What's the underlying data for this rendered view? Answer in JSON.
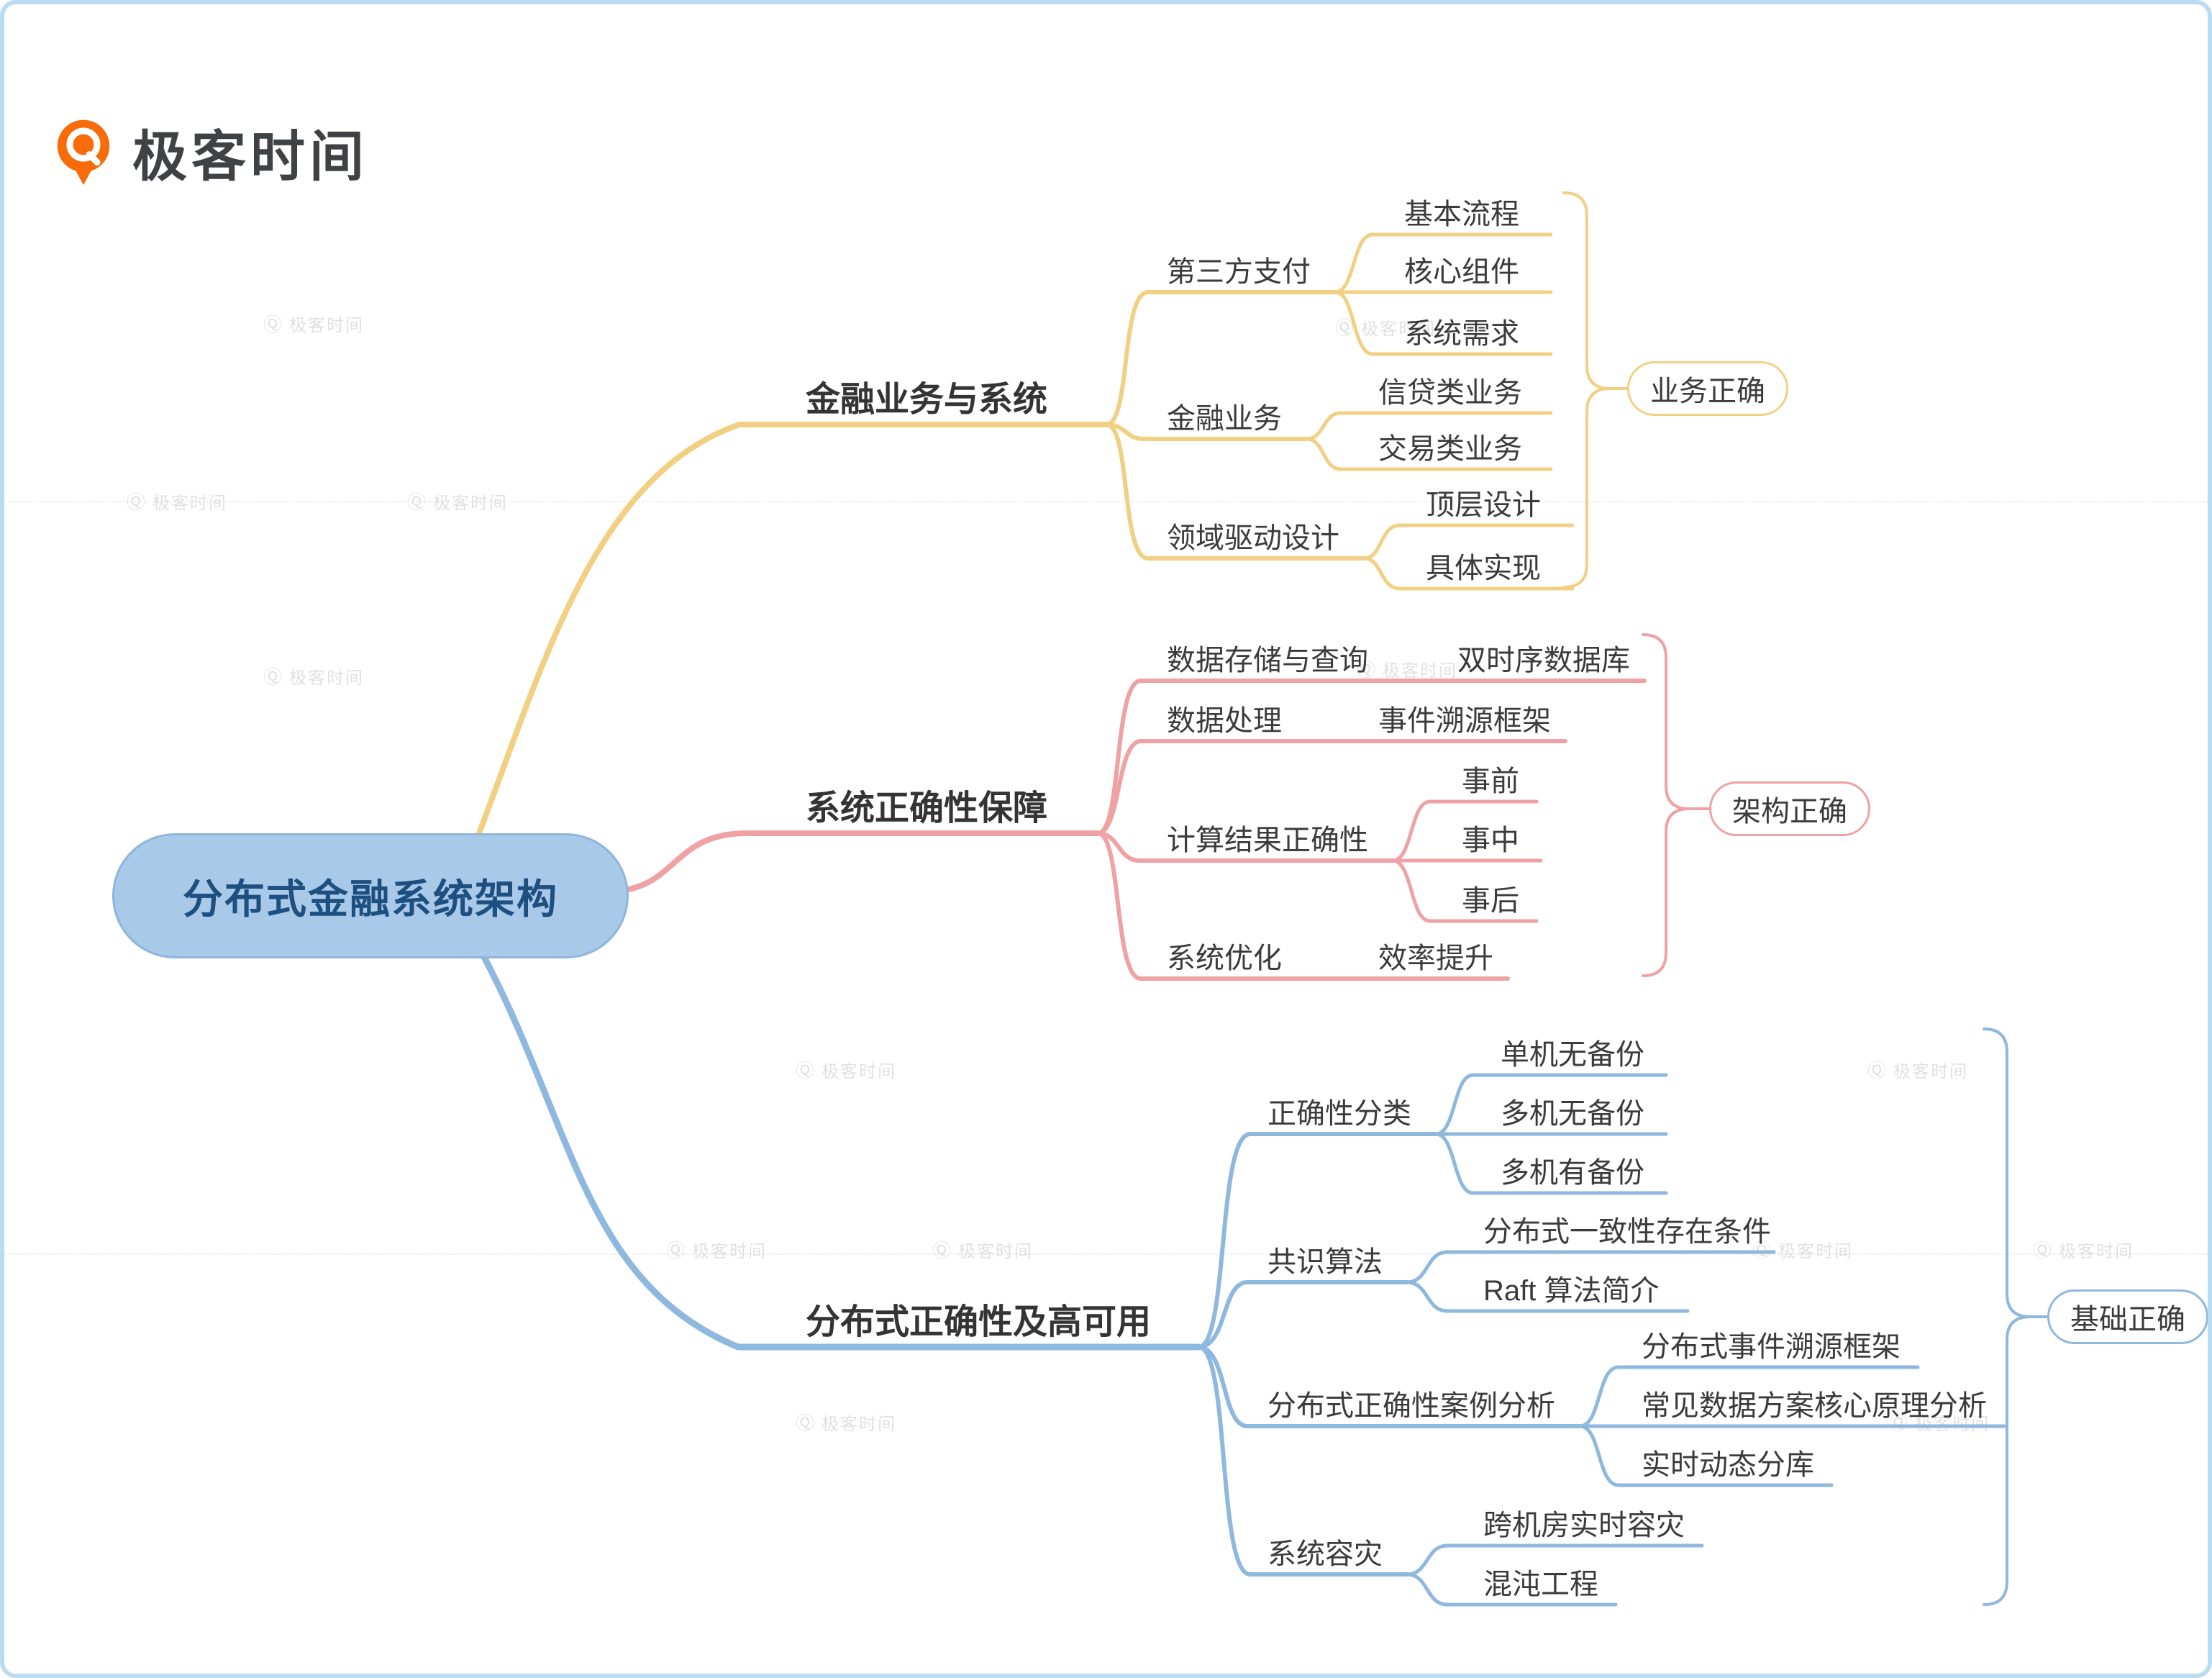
{
  "header": {
    "brand": "极客时间"
  },
  "watermark": {
    "icon": "Ⓠ",
    "label": "极客时间"
  },
  "colors": {
    "branch_finance": "#f2d083",
    "branch_correctness": "#efa2a4",
    "branch_distributed": "#8fb8de",
    "root_fill": "#a9c9e8",
    "root_text": "#1d4f80",
    "logo_orange": "#f76b0b"
  },
  "mindmap": {
    "root_label": "分布式金融系统架构",
    "branches": [
      {
        "label": "金融业务与系统",
        "summary": "业务正确",
        "color": "#f2d083",
        "topics": [
          {
            "label": "第三方支付",
            "subtopics": [
              "基本流程",
              "核心组件",
              "系统需求"
            ]
          },
          {
            "label": "金融业务",
            "subtopics": [
              "信贷类业务",
              "交易类业务"
            ]
          },
          {
            "label": "领域驱动设计",
            "subtopics": [
              "顶层设计",
              "具体实现"
            ]
          }
        ]
      },
      {
        "label": "系统正确性保障",
        "summary": "架构正确",
        "color": "#efa2a4",
        "topics": [
          {
            "label": "数据存储与查询",
            "subtopics": [
              "双时序数据库"
            ]
          },
          {
            "label": "数据处理",
            "subtopics": [
              "事件溯源框架"
            ]
          },
          {
            "label": "计算结果正确性",
            "subtopics": [
              "事前",
              "事中",
              "事后"
            ]
          },
          {
            "label": "系统优化",
            "subtopics": [
              "效率提升"
            ]
          }
        ]
      },
      {
        "label": "分布式正确性及高可用",
        "summary": "基础正确",
        "color": "#8fb8de",
        "topics": [
          {
            "label": "正确性分类",
            "subtopics": [
              "单机无备份",
              "多机无备份",
              "多机有备份"
            ]
          },
          {
            "label": "共识算法",
            "subtopics": [
              "分布式一致性存在条件",
              "Raft 算法简介"
            ]
          },
          {
            "label": "分布式正确性案例分析",
            "subtopics": [
              "分布式事件溯源框架",
              "常见数据方案核心原理分析",
              "实时动态分库"
            ]
          },
          {
            "label": "系统容灾",
            "subtopics": [
              "跨机房实时容灾",
              "混沌工程"
            ]
          }
        ]
      }
    ]
  }
}
